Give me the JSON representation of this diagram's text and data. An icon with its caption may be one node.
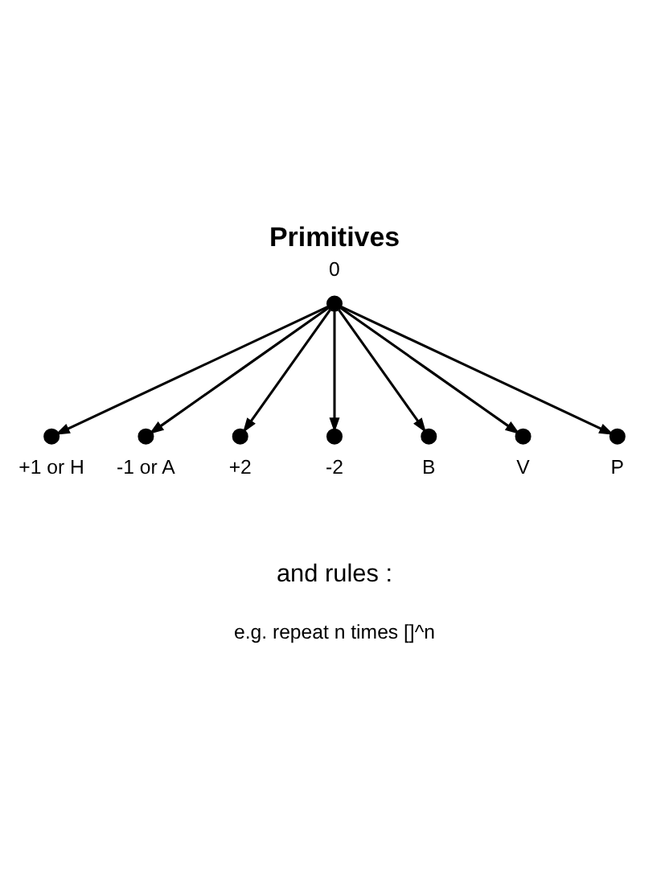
{
  "diagram": {
    "title": "Primitives",
    "nodes": [
      {
        "text": [],
        "shape": "circle",
        "beside": [
          "0"
        ]
      },
      {
        "text": [],
        "shape": "circle",
        "beside": [
          "+1 or H"
        ]
      },
      {
        "text": [],
        "shape": "circle",
        "beside": [
          "-1 or A"
        ]
      },
      {
        "text": [],
        "shape": "circle",
        "beside": [
          "+2"
        ]
      },
      {
        "text": [],
        "shape": "circle",
        "beside": [
          "-2"
        ]
      },
      {
        "text": [],
        "shape": "circle",
        "beside": [
          "B"
        ]
      },
      {
        "text": [],
        "shape": "circle",
        "beside": [
          "V"
        ]
      },
      {
        "text": [],
        "shape": "circle",
        "beside": [
          "P"
        ]
      }
    ],
    "edges": [
      {
        "from": 0,
        "to": 1,
        "arrow": "to"
      },
      {
        "from": 0,
        "to": 3,
        "arrow": "to"
      },
      {
        "from": 0,
        "to": 5,
        "arrow": "to"
      },
      {
        "from": 0,
        "to": 7,
        "arrow": "to"
      },
      {
        "from": 0,
        "to": 6,
        "arrow": "to"
      },
      {
        "from": 0,
        "to": 4,
        "arrow": "to"
      },
      {
        "from": 0,
        "to": 2,
        "arrow": "to"
      }
    ],
    "labels": [
      "and rules :",
      "e.g. repeat n times []^n"
    ]
  }
}
